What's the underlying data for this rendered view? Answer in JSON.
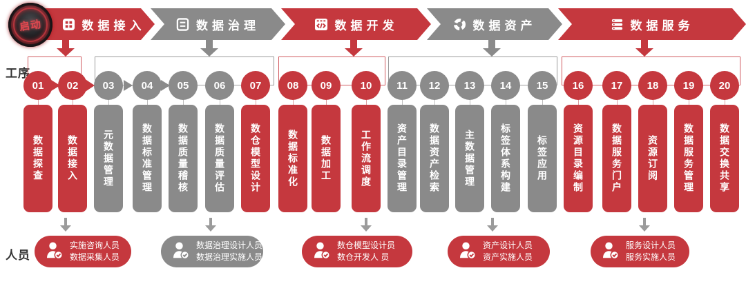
{
  "labels": {
    "process": "工序",
    "personnel": "人员",
    "logo": "启动"
  },
  "colors": {
    "red": "#c5383e",
    "gray": "#8a8a8a",
    "arrow_gray": "#9b9b9b"
  },
  "phases": [
    {
      "label": "数据接入",
      "color": "red",
      "icon": "grid-icon"
    },
    {
      "label": "数据治理",
      "color": "gray",
      "icon": "list-icon"
    },
    {
      "label": "数据开发",
      "color": "red",
      "icon": "code-icon"
    },
    {
      "label": "数据资产",
      "color": "gray",
      "icon": "donut-icon"
    },
    {
      "label": "数据服务",
      "color": "red",
      "icon": "stack-icon"
    }
  ],
  "steps": [
    {
      "num": "01",
      "label": "数据探查",
      "color": "red"
    },
    {
      "num": "02",
      "label": "数据接入",
      "color": "red"
    },
    {
      "num": "03",
      "label": "元数据管理",
      "color": "gray"
    },
    {
      "num": "04",
      "label": "数据标准管理",
      "color": "gray"
    },
    {
      "num": "05",
      "label": "数据质量稽核",
      "color": "gray"
    },
    {
      "num": "06",
      "label": "数据质量评估",
      "color": "gray"
    },
    {
      "num": "07",
      "label": "数仓模型设计",
      "color": "red"
    },
    {
      "num": "08",
      "label": "数据标准化",
      "color": "red"
    },
    {
      "num": "09",
      "label": "数据加工",
      "color": "red"
    },
    {
      "num": "10",
      "label": "工作流调度",
      "color": "red"
    },
    {
      "num": "11",
      "label": "资产目录管理",
      "color": "gray"
    },
    {
      "num": "12",
      "label": "数据资产检索",
      "color": "gray"
    },
    {
      "num": "13",
      "label": "主数据管理",
      "color": "gray"
    },
    {
      "num": "14",
      "label": "标签体系构建",
      "color": "gray"
    },
    {
      "num": "15",
      "label": "标签应用",
      "color": "gray"
    },
    {
      "num": "16",
      "label": "资源目录编制",
      "color": "red"
    },
    {
      "num": "17",
      "label": "数据服务门户",
      "color": "red"
    },
    {
      "num": "18",
      "label": "资源订阅",
      "color": "red"
    },
    {
      "num": "19",
      "label": "数据服务管理",
      "color": "red"
    },
    {
      "num": "20",
      "label": "数据交换共享",
      "color": "red"
    }
  ],
  "personnel": [
    {
      "line1": "实施咨询人员",
      "line2": "数据采集人员",
      "color": "red"
    },
    {
      "line1": "数据治理设计人员",
      "line2": "数据治理实施人员",
      "color": "gray"
    },
    {
      "line1": "数仓模型设计员",
      "line2": "数仓开发人 员",
      "color": "red"
    },
    {
      "line1": "资产设计人员",
      "line2": "资产实施人员",
      "color": "red"
    },
    {
      "line1": "服务设计人员",
      "line2": "服务实施人员",
      "color": "red"
    }
  ]
}
